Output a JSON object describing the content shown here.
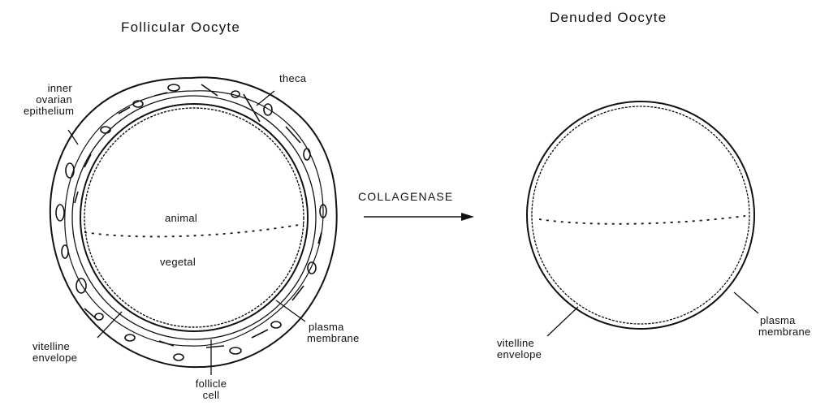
{
  "titles": {
    "left": "Follicular Oocyte",
    "right": "Denuded Oocyte"
  },
  "arrow": {
    "label": "COLLAGENASE"
  },
  "left_labels": {
    "inner_epithelium": [
      "inner",
      "ovarian",
      "epithelium"
    ],
    "theca": "theca",
    "animal": "animal",
    "vegetal": "vegetal",
    "vitelline_envelope": [
      "vitelline",
      "envelope"
    ],
    "follicle_cell": [
      "follicle",
      "cell"
    ],
    "plasma_membrane": [
      "plasma",
      "membrane"
    ]
  },
  "right_labels": {
    "vitelline_envelope": [
      "vitelline",
      "envelope"
    ],
    "plasma_membrane": [
      "plasma",
      "membrane"
    ]
  }
}
